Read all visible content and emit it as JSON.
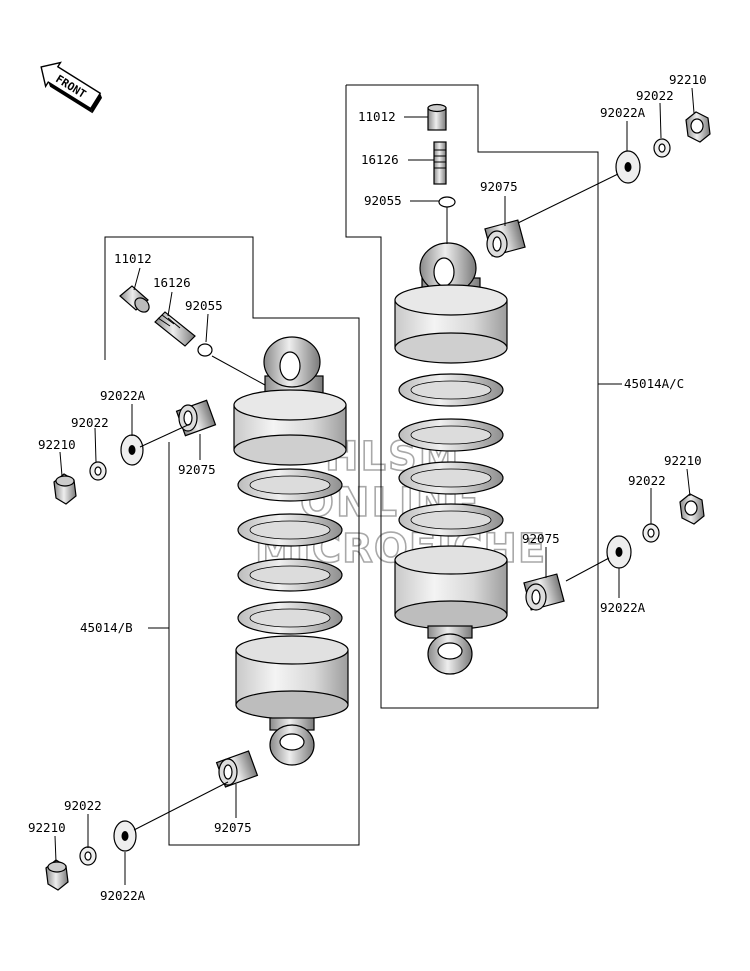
{
  "front_label": "FRONT",
  "watermark": {
    "line1": "HLSM",
    "line2": "ONLINE",
    "line3": "MICROFICHE"
  },
  "left_assembly": {
    "cap": "11012",
    "valve": "16126",
    "oring": "92055",
    "washer_top": "92022A",
    "collar_top": "92075",
    "clip_top": "92022",
    "nut_top": "92210",
    "assembly": "45014/B",
    "collar_bottom": "92075",
    "clip_bottom": "92022",
    "nut_bottom": "92210",
    "washer_bottom": "92022A"
  },
  "right_assembly": {
    "cap": "11012",
    "valve": "16126",
    "oring": "92055",
    "collar_top": "92075",
    "washer_top": "92022A",
    "clip_top": "92022",
    "nut_top": "92210",
    "assembly": "45014A/C",
    "nut_bottom": "92210",
    "clip_bottom": "92022",
    "collar_bottom": "92075",
    "washer_bottom": "92022A"
  }
}
